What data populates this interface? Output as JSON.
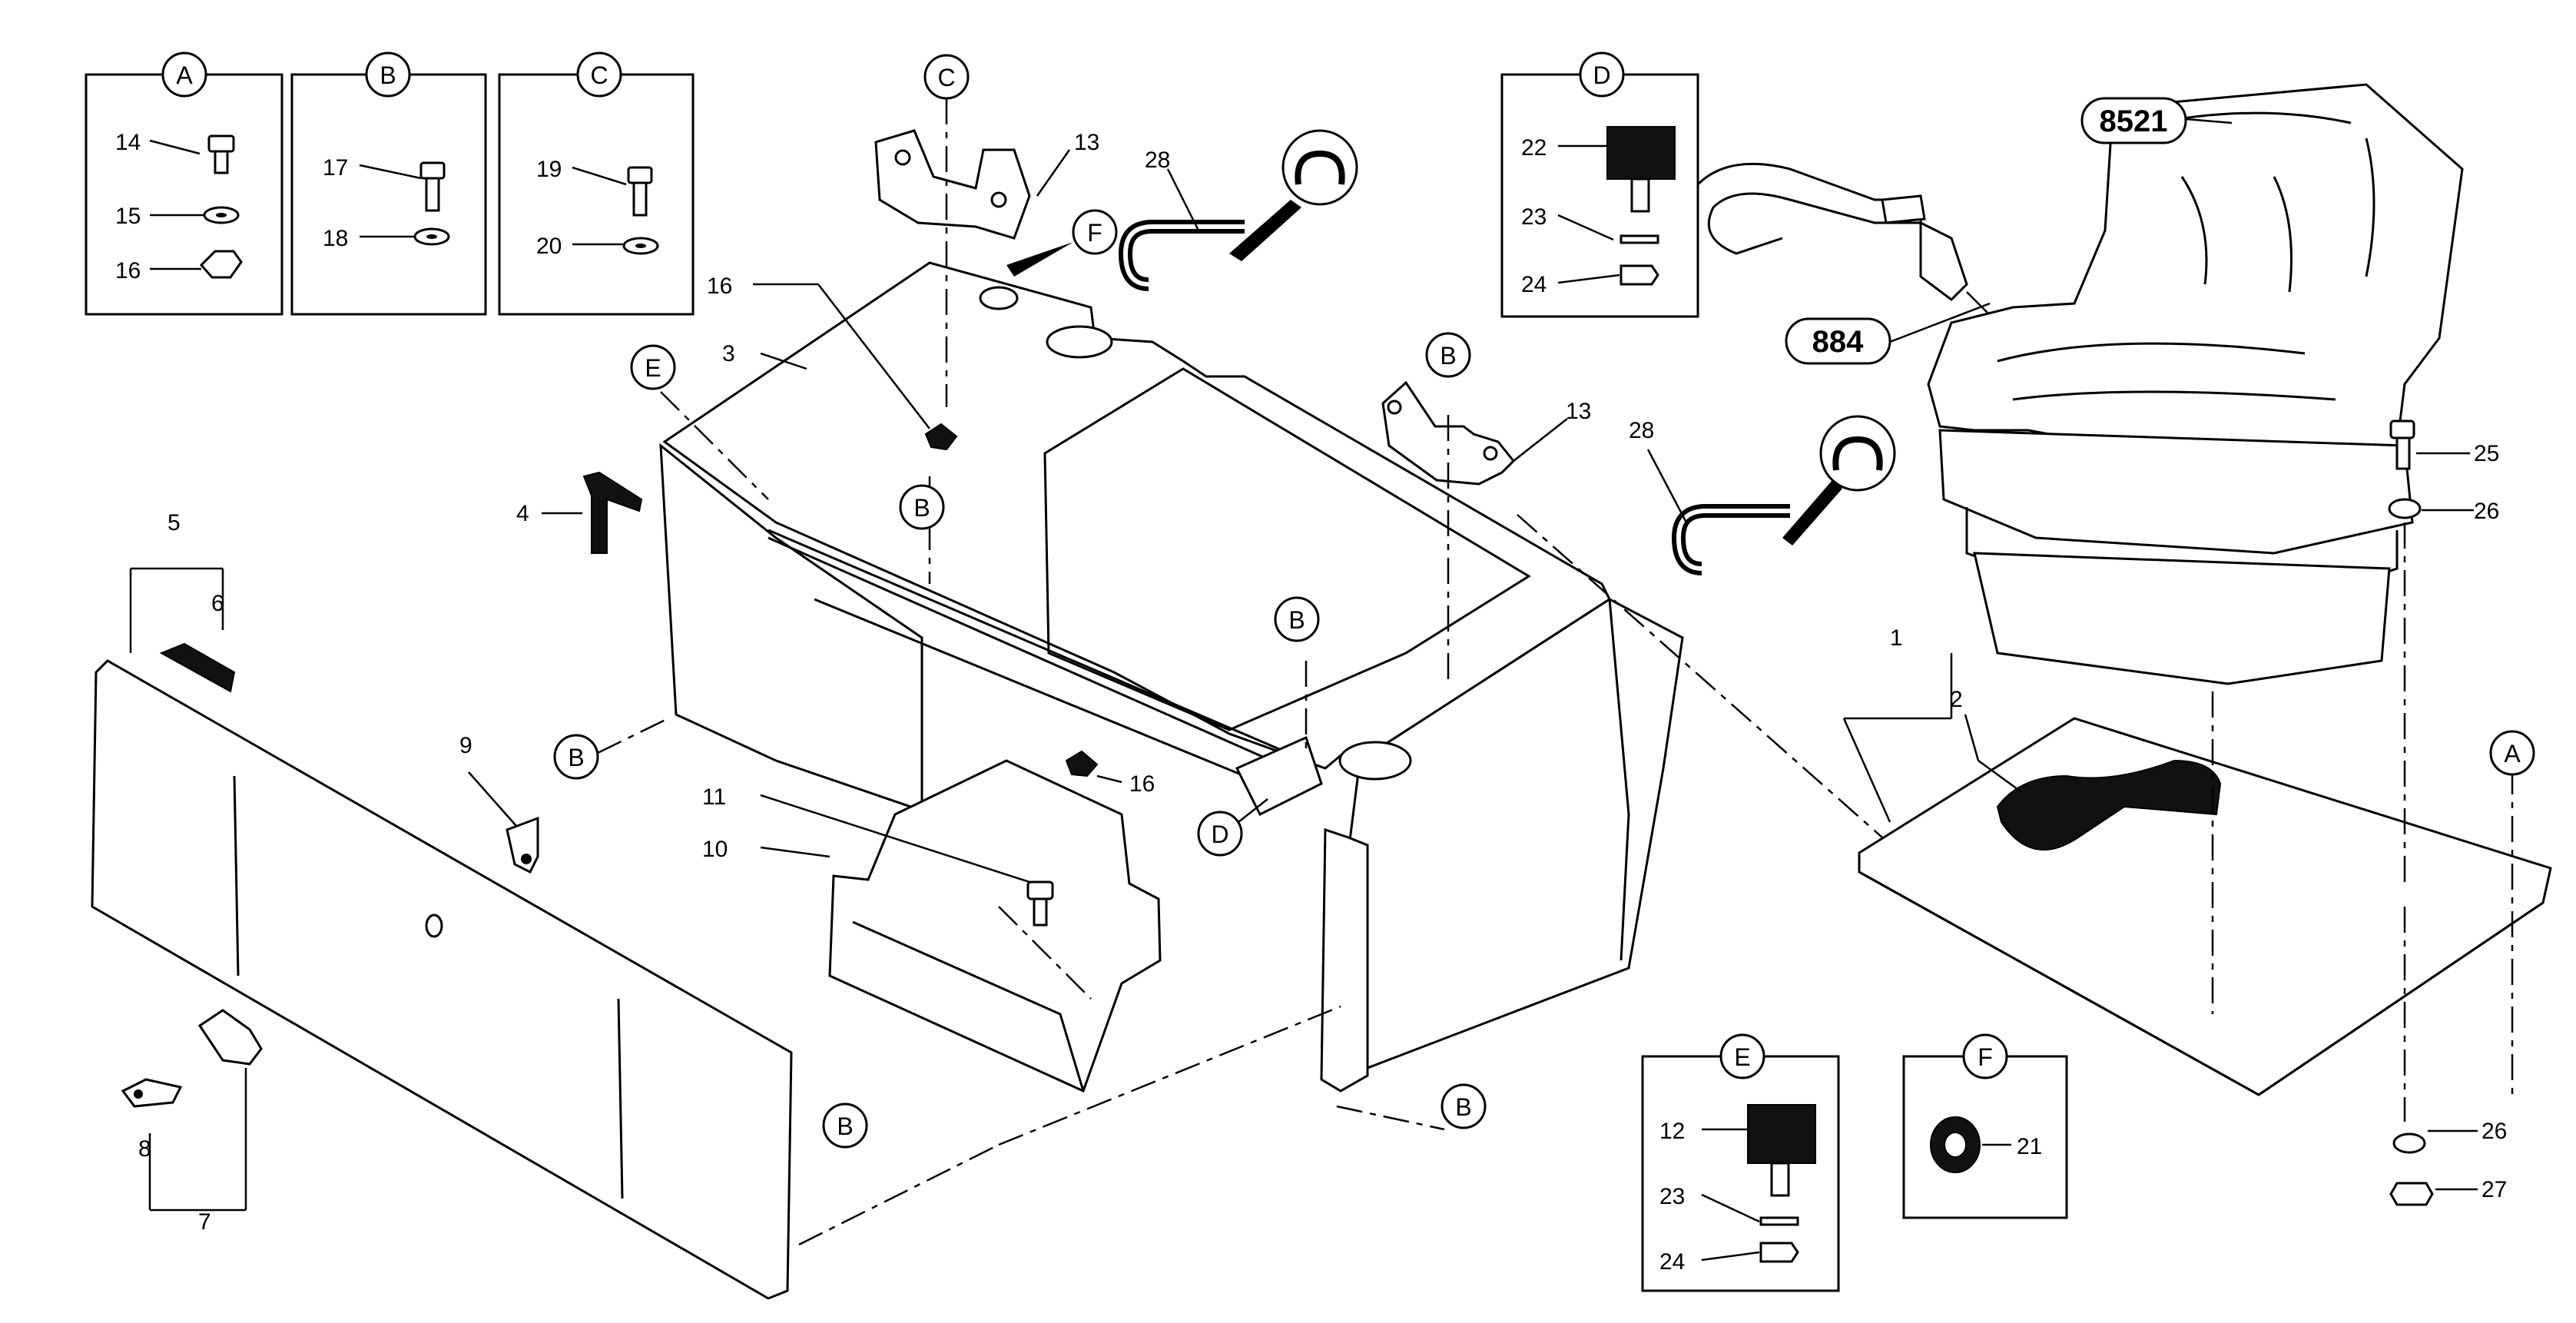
{
  "detail_boxes": [
    {
      "letter": "A",
      "items": [
        "14",
        "15",
        "16"
      ]
    },
    {
      "letter": "B",
      "items": [
        "17",
        "18"
      ]
    },
    {
      "letter": "C",
      "items": [
        "19",
        "20"
      ]
    },
    {
      "letter": "D",
      "items": [
        "22",
        "23",
        "24"
      ]
    },
    {
      "letter": "E",
      "items": [
        "12",
        "23",
        "24"
      ]
    },
    {
      "letter": "F",
      "items": [
        "21"
      ]
    }
  ],
  "reference_labels": [
    "8521",
    "884"
  ],
  "part_numbers": {
    "seat_plate": "1",
    "seat_cutout": "2",
    "frame": "3",
    "clip_4": "4",
    "panel_group": "5",
    "handle": "6",
    "latch_group": "7",
    "latch_tab": "8",
    "clip_9": "9",
    "tray": "10",
    "tray_bolt": "11",
    "bracket_top": "13",
    "bracket_right": "13",
    "clip_16_top": "16",
    "clip_16_mid": "16",
    "seal_top": "28",
    "seal_mid": "28",
    "seat_bolt": "25",
    "seat_washer": "26",
    "lower_washer": "26",
    "lower_nut": "27"
  },
  "view_markers": {
    "c_top": "C",
    "f_top": "F",
    "e_left": "E",
    "b_center": "B",
    "b_right": "B",
    "b_left": "B",
    "b_middle": "B",
    "d_mid": "D",
    "b_bottom_left": "B",
    "b_bottom_right": "B",
    "a_right": "A"
  }
}
